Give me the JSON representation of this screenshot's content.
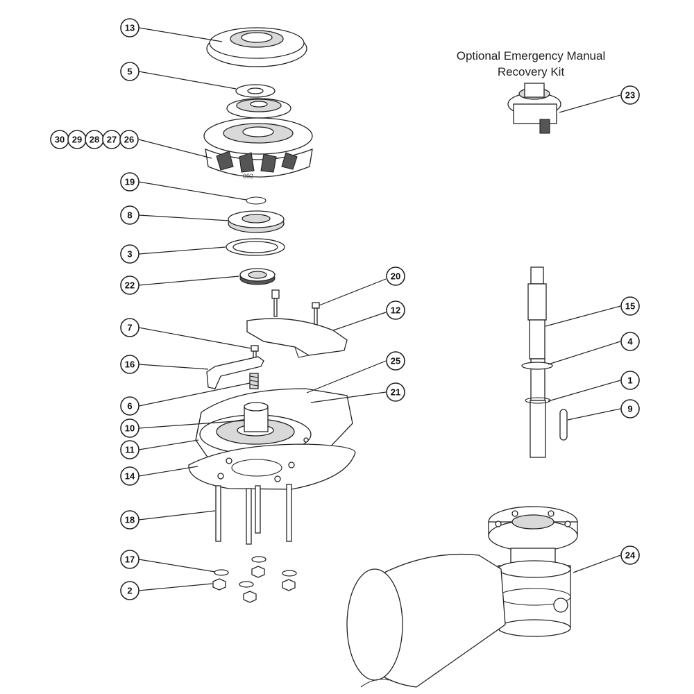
{
  "kit_note": {
    "line1": "Optional Emergency Manual",
    "line2": "Recovery Kit"
  },
  "callouts": [
    {
      "id": "13",
      "label": "13"
    },
    {
      "id": "5",
      "label": "5"
    },
    {
      "id": "30",
      "label": "30"
    },
    {
      "id": "29",
      "label": "29"
    },
    {
      "id": "28",
      "label": "28"
    },
    {
      "id": "27",
      "label": "27"
    },
    {
      "id": "26",
      "label": "26"
    },
    {
      "id": "19",
      "label": "19"
    },
    {
      "id": "8",
      "label": "8"
    },
    {
      "id": "3",
      "label": "3"
    },
    {
      "id": "22",
      "label": "22"
    },
    {
      "id": "20",
      "label": "20"
    },
    {
      "id": "12",
      "label": "12"
    },
    {
      "id": "7",
      "label": "7"
    },
    {
      "id": "16",
      "label": "16"
    },
    {
      "id": "25",
      "label": "25"
    },
    {
      "id": "6",
      "label": "6"
    },
    {
      "id": "21",
      "label": "21"
    },
    {
      "id": "10",
      "label": "10"
    },
    {
      "id": "11",
      "label": "11"
    },
    {
      "id": "14",
      "label": "14"
    },
    {
      "id": "18",
      "label": "18"
    },
    {
      "id": "17",
      "label": "17"
    },
    {
      "id": "2",
      "label": "2"
    },
    {
      "id": "23",
      "label": "23"
    },
    {
      "id": "15",
      "label": "15"
    },
    {
      "id": "4",
      "label": "4"
    },
    {
      "id": "1",
      "label": "1"
    },
    {
      "id": "9",
      "label": "9"
    },
    {
      "id": "24",
      "label": "24"
    }
  ],
  "part_markings": {
    "drum_text": "002"
  }
}
